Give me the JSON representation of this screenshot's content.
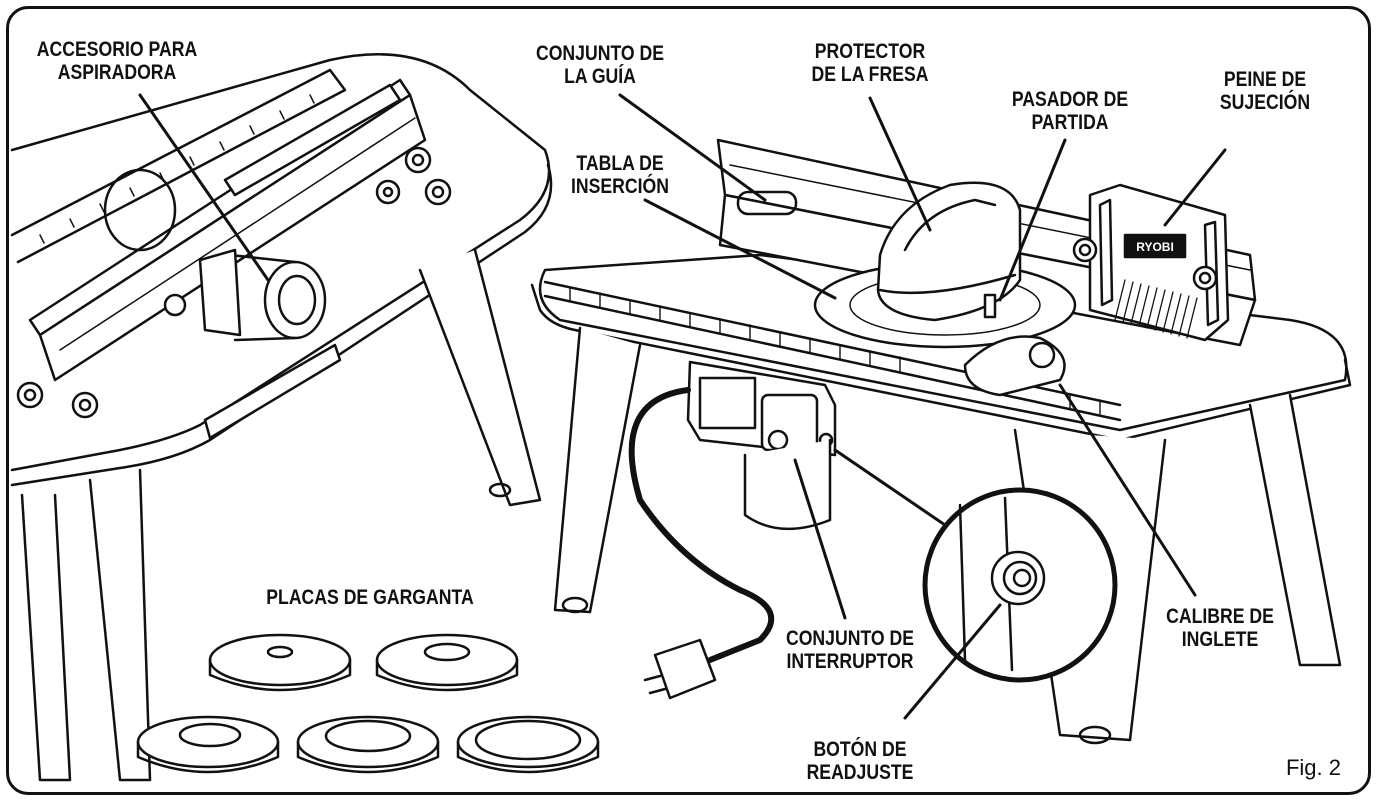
{
  "labels": {
    "accesorio": {
      "line1": "ACCESORIO PARA",
      "line2": "ASPIRADORA"
    },
    "guia": {
      "line1": "CONJUNTO DE",
      "line2": "LA GUÍA"
    },
    "protector": {
      "line1": "PROTECTOR",
      "line2": "DE LA FRESA"
    },
    "pasador": {
      "line1": "PASADOR DE",
      "line2": "PARTIDA"
    },
    "peine": {
      "line1": "PEINE DE",
      "line2": "SUJECIÓN"
    },
    "tabla": {
      "line1": "TABLA DE",
      "line2": "INSERCIÓN"
    },
    "placas": {
      "line1": "PLACAS DE GARGANTA"
    },
    "interruptor": {
      "line1": "CONJUNTO DE",
      "line2": "INTERRUPTOR"
    },
    "boton": {
      "line1": "BOTÓN DE",
      "line2": "READJUSTE"
    },
    "calibre": {
      "line1": "CALIBRE DE",
      "line2": "INGLETE"
    }
  },
  "brand_mark": "RYOBI",
  "figure_label": "Fig. 2"
}
